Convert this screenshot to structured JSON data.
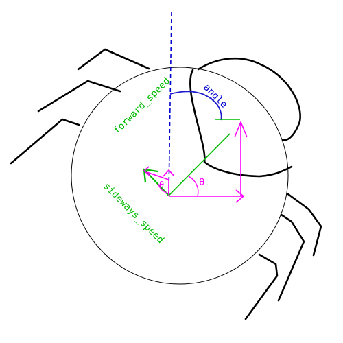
{
  "labels": {
    "forward_speed": "forward_speed",
    "sideways_speed": "sideways_speed",
    "angle": "angle",
    "theta_main": "θ",
    "theta_small": "θ"
  },
  "colors": {
    "outline": "#000000",
    "forward_dashed": "#0000cc",
    "angle_arc": "#1a1acc",
    "vector": "#00bb00",
    "components": "#ff00ff",
    "label_green": "#00bb00",
    "label_blue": "#0000cc",
    "theta": "#ff00ff"
  }
}
